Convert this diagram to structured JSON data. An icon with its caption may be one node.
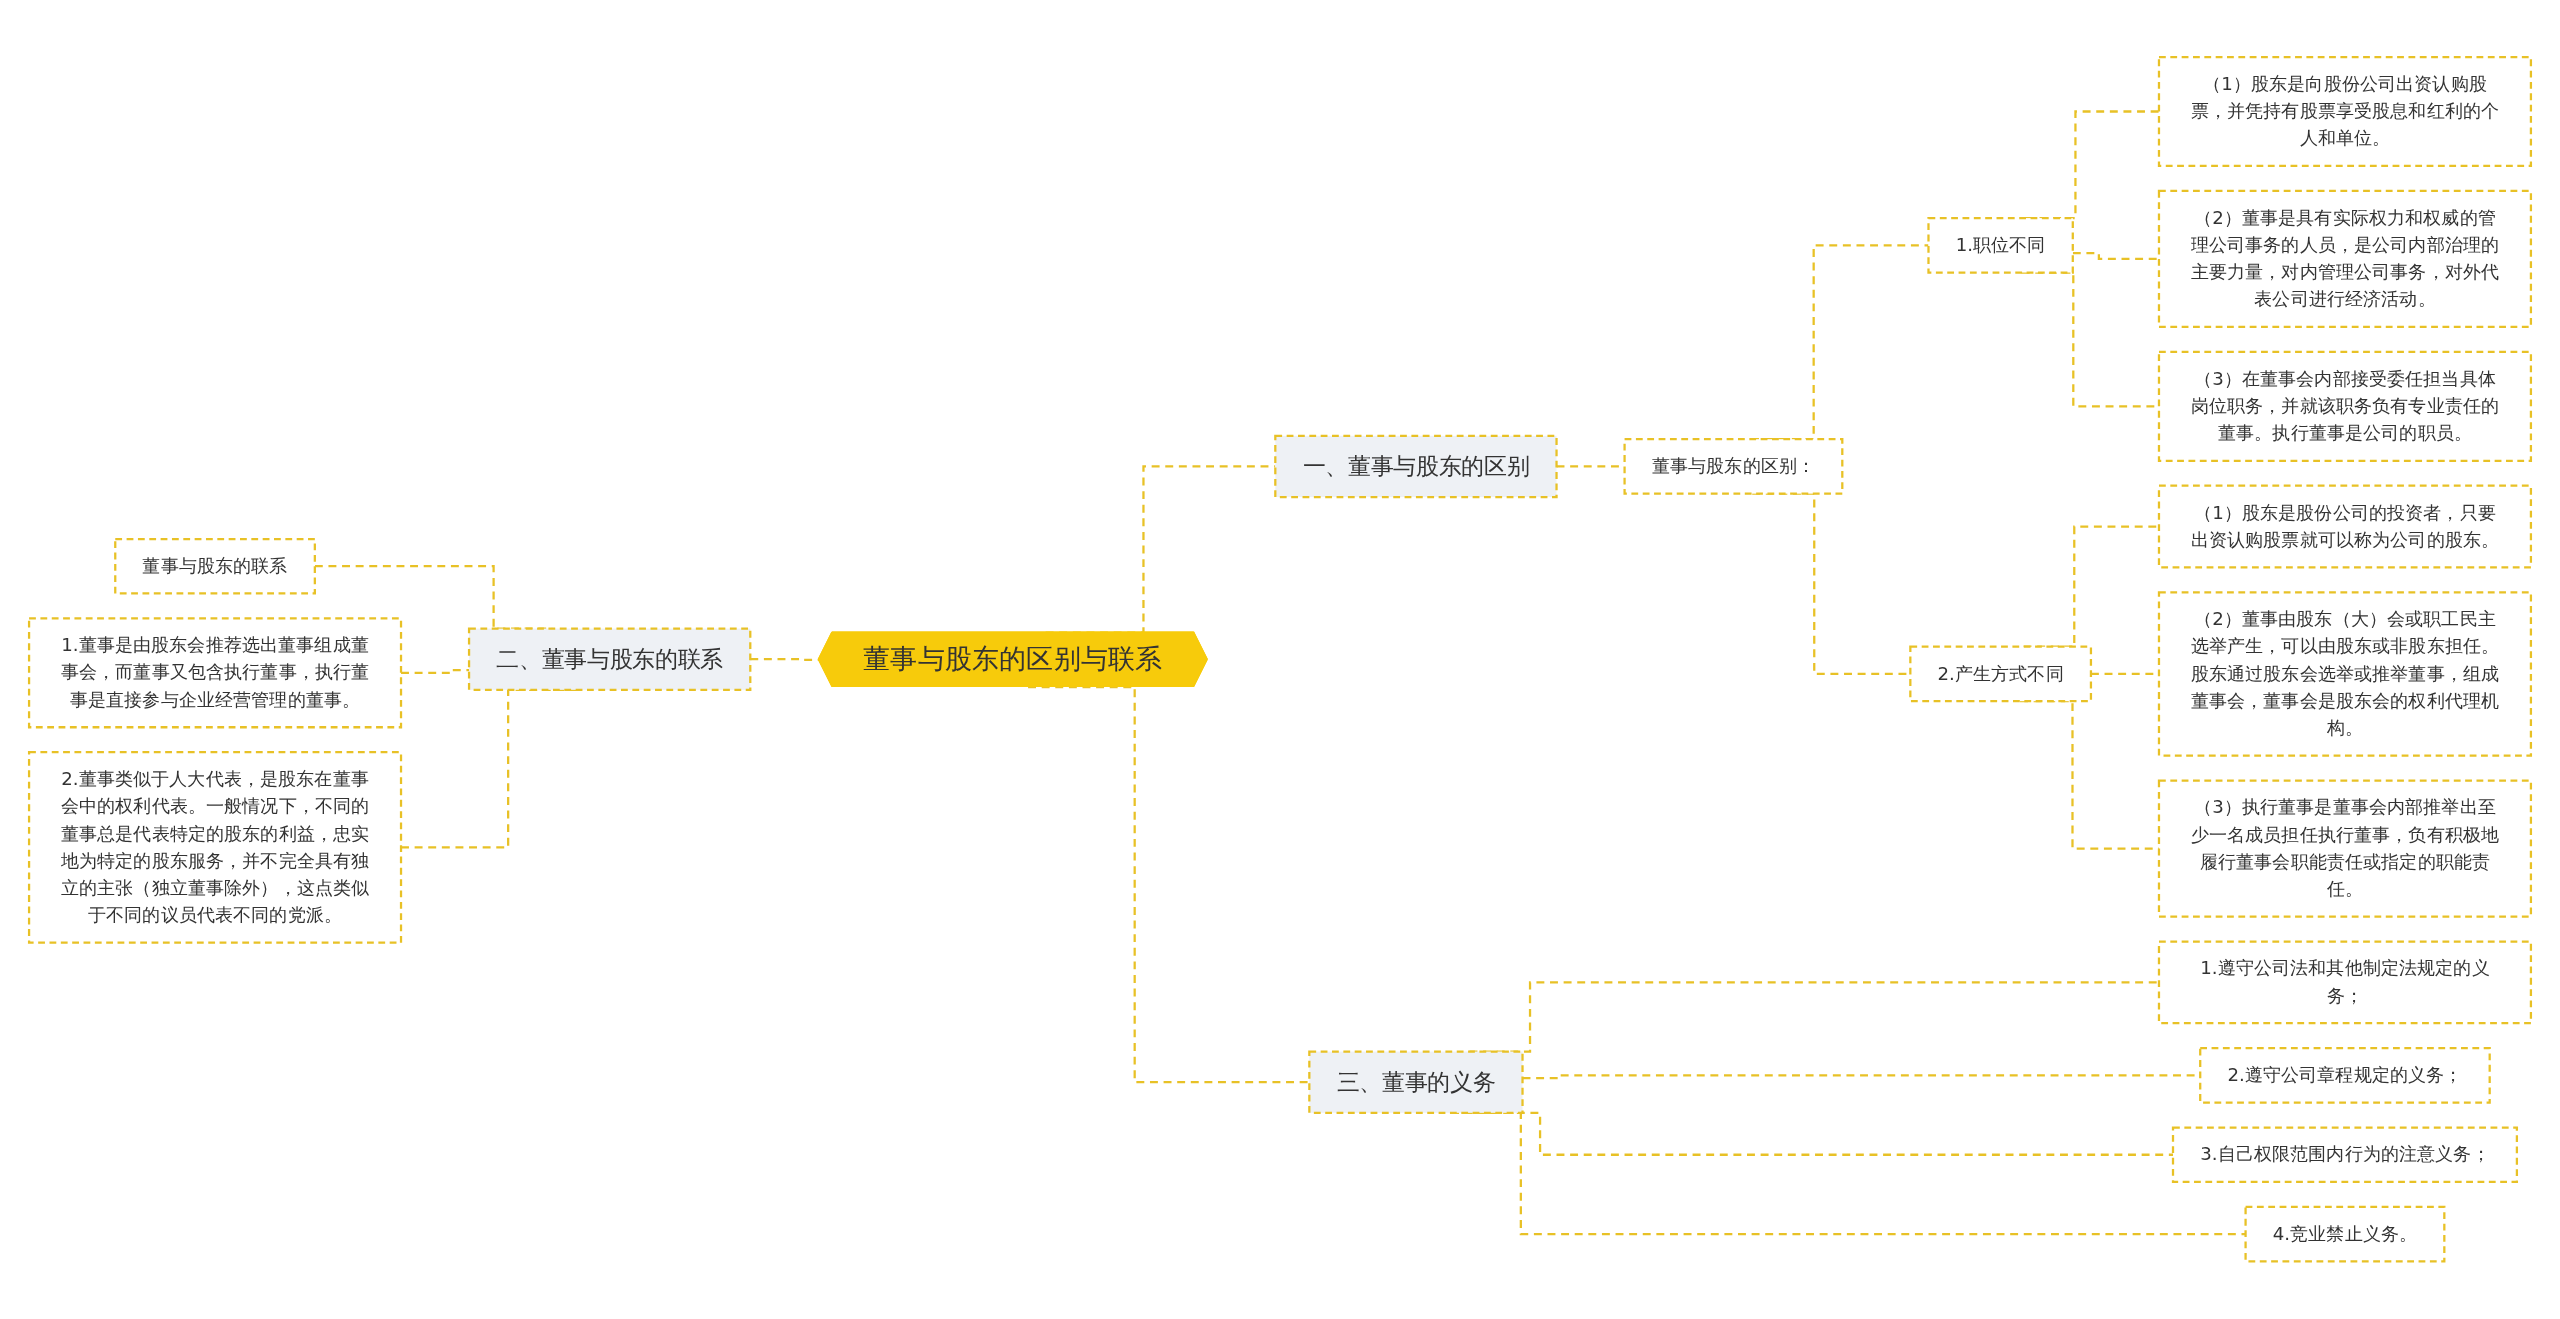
{
  "diagram": {
    "nodes": [
      {
        "text": [
          "董事与股东的区别与联系"
        ]
      },
      {
        "text": [
          "一、董事与股东的区别"
        ]
      },
      {
        "text": [
          "董事与股东的区别："
        ]
      },
      {
        "text": [
          "1.职位不同"
        ]
      },
      {
        "text": [
          "（1）股东是向股份公司出资认购股票，并凭持有股票享受股息和红利的个人和单位。"
        ]
      },
      {
        "text": [
          "（2）董事是具有实际权力和权威的管理公司事务的人员，是公司内部治理的主要力量，对内管理公司事务，对外代表公司进行经济活动。"
        ]
      },
      {
        "text": [
          "（3）在董事会内部接受委任担当具体岗位职务，并就该职务负有专业责任的董事。执行董事是公司的职员。"
        ]
      },
      {
        "text": [
          "2.产生方式不同"
        ]
      },
      {
        "text": [
          "（1）股东是股份公司的投资者，只要出资认购股票就可以称为公司的股东。"
        ]
      },
      {
        "text": [
          "（2）董事由股东（大）会或职工民主选举产生，可以由股东或非股东担任。股东通过股东会选举或推举董事，组成董事会，董事会是股东会的权利代理机构。"
        ]
      },
      {
        "text": [
          "（3）执行董事是董事会内部推举出至少一名成员担任执行董事，负有积极地履行董事会职能责任或指定的职能责任。"
        ]
      },
      {
        "text": [
          "二、董事与股东的联系"
        ]
      },
      {
        "text": [
          "董事与股东的联系"
        ]
      },
      {
        "text": [
          "1.董事是由股东会推荐选出董事组成董事会，而董事又包含执行董事，执行董事是直接参与企业经营管理的董事。"
        ]
      },
      {
        "text": [
          "2.董事类似于人大代表，是股东在董事会中的权利代表。一般情况下，不同的董事总是代表特定的股东的利益，忠实地为特定的股东服务，并不完全具有独立的主张（独立董事除外），这点类似于不同的议员代表不同的党派。"
        ]
      },
      {
        "text": [
          "三、董事的义务"
        ]
      },
      {
        "text": [
          "1.遵守公司法和其他制定法规定的义务；"
        ]
      },
      {
        "text": [
          "2.遵守公司章程规定的义务；"
        ]
      },
      {
        "text": [
          "3.自己权限范围内行为的注意义务；"
        ]
      },
      {
        "text": [
          "4.竞业禁止义务。"
        ]
      }
    ],
    "edges": [
      {
        "from": 0,
        "to": 1,
        "arrow": "none",
        "style": "dashed"
      },
      {
        "from": 1,
        "to": 2,
        "arrow": "none",
        "style": "dashed"
      },
      {
        "from": 2,
        "to": 3,
        "arrow": "none",
        "style": "dashed"
      },
      {
        "from": 3,
        "to": 4,
        "arrow": "none",
        "style": "dashed"
      },
      {
        "from": 3,
        "to": 5,
        "arrow": "none",
        "style": "dashed"
      },
      {
        "from": 3,
        "to": 6,
        "arrow": "none",
        "style": "dashed"
      },
      {
        "from": 2,
        "to": 7,
        "arrow": "none",
        "style": "dashed"
      },
      {
        "from": 7,
        "to": 8,
        "arrow": "none",
        "style": "dashed"
      },
      {
        "from": 7,
        "to": 9,
        "arrow": "none",
        "style": "dashed"
      },
      {
        "from": 7,
        "to": 10,
        "arrow": "none",
        "style": "dashed"
      },
      {
        "from": 11,
        "to": 0,
        "arrow": "none",
        "style": "dashed"
      },
      {
        "from": 12,
        "to": 11,
        "arrow": "none",
        "style": "dashed"
      },
      {
        "from": 13,
        "to": 11,
        "arrow": "none",
        "style": "dashed"
      },
      {
        "from": 14,
        "to": 11,
        "arrow": "none",
        "style": "dashed"
      },
      {
        "from": 0,
        "to": 15,
        "arrow": "none",
        "style": "dashed"
      },
      {
        "from": 15,
        "to": 16,
        "arrow": "none",
        "style": "dashed"
      },
      {
        "from": 15,
        "to": 17,
        "arrow": "none",
        "style": "dashed"
      },
      {
        "from": 15,
        "to": 18,
        "arrow": "none",
        "style": "dashed"
      },
      {
        "from": 15,
        "to": 19,
        "arrow": "none",
        "style": "dashed"
      }
    ]
  }
}
